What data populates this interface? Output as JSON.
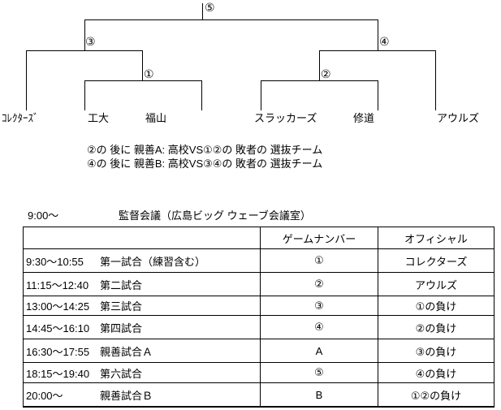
{
  "bracket": {
    "teams": [
      "ｺﾚｸﾀｰｽﾞ",
      "工大",
      "福山",
      "スラッカーズ",
      "修道",
      "アウルズ"
    ],
    "match_numbers": [
      "①",
      "②",
      "③",
      "④",
      "⑤"
    ]
  },
  "notes": [
    "②の 後に 親善A: 高校VS①②の 敗者の 選抜チーム",
    "④の 後に 親善B: 高校VS③④の 敗者の 選抜チーム"
  ],
  "pre_table": {
    "time": "9:00～",
    "event": "監督会議（広島ビッグ ウェーブ会議室）"
  },
  "schedule": {
    "headers": {
      "game_number": "ゲームナンバー",
      "official": "オフィシャル"
    },
    "rows": [
      {
        "time": "9:30～10:55",
        "name": "第一試合（練習含む）",
        "number": "①",
        "official": "コレクターズ"
      },
      {
        "time": "11:15～12:40",
        "name": "第二試合",
        "number": "②",
        "official": "アウルズ"
      },
      {
        "time": "13:00～14:25",
        "name": "第三試合",
        "number": "③",
        "official": "①の負け"
      },
      {
        "time": "14:45～16:10",
        "name": "第四試合",
        "number": "④",
        "official": "②の負け"
      },
      {
        "time": "16:30～17:55",
        "name": "親善試合Ａ",
        "number": "A",
        "official": "③の負け"
      },
      {
        "time": "18:15～19:40",
        "name": "第六試合",
        "number": "⑤",
        "official": "④の負け"
      },
      {
        "time": "20:00～",
        "name": "親善試合Ｂ",
        "number": "B",
        "official": "①②の負け"
      }
    ]
  },
  "colors": {
    "line": "#000000",
    "background": "#ffffff",
    "text": "#000000"
  }
}
